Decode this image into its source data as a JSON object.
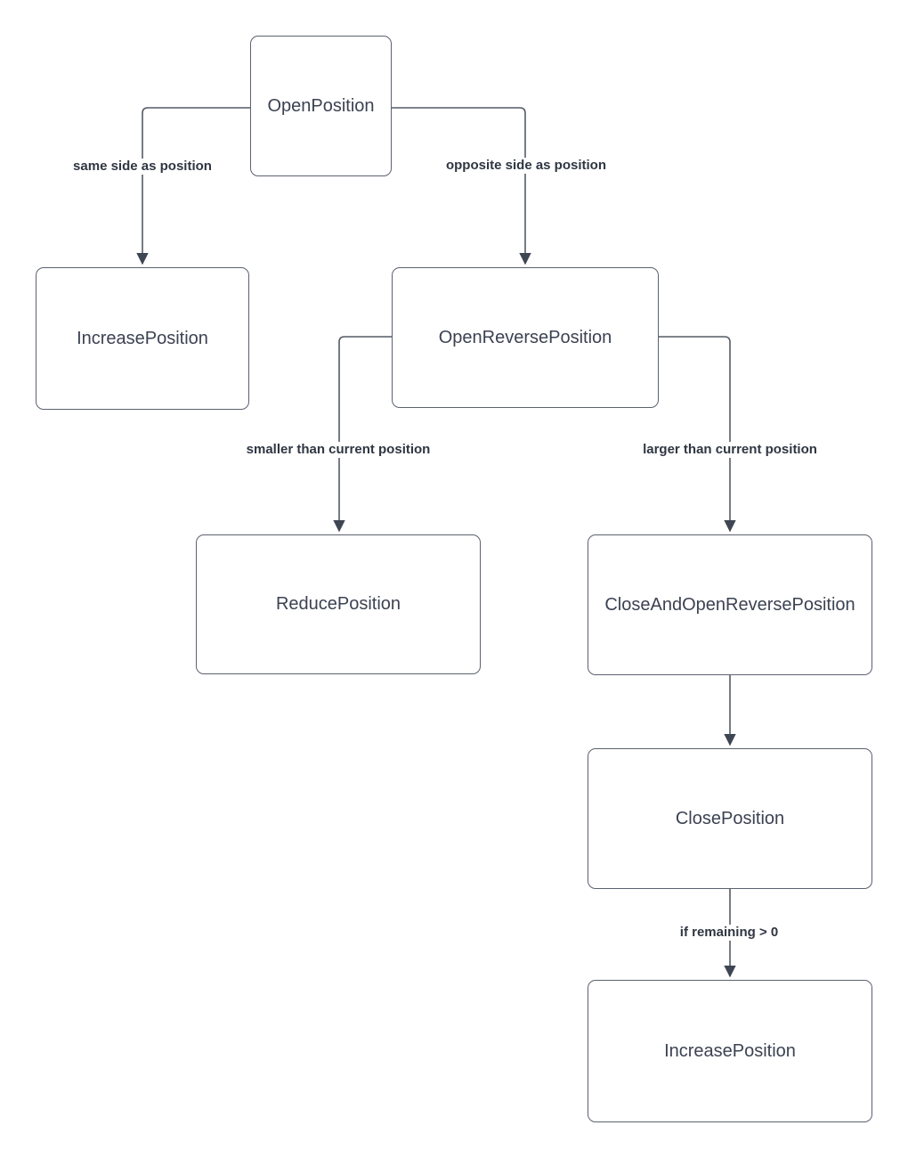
{
  "diagram": {
    "type": "flowchart",
    "background_color": "#ffffff",
    "stroke_color": "#545b66",
    "arrowhead_color": "#3f4653",
    "node_text_color": "#3b4252",
    "edge_label_color": "#2f3642",
    "nodes": [
      {
        "id": "open-position",
        "label": "OpenPosition"
      },
      {
        "id": "increase-position",
        "label": "IncreasePosition"
      },
      {
        "id": "open-reverse-position",
        "label": "OpenReversePosition"
      },
      {
        "id": "reduce-position",
        "label": "ReducePosition"
      },
      {
        "id": "close-and-open-reverse-position",
        "label": "CloseAndOpenReversePosition"
      },
      {
        "id": "close-position",
        "label": "ClosePosition"
      },
      {
        "id": "increase-position-final",
        "label": "IncreasePosition"
      }
    ],
    "edges": [
      {
        "from": "OpenPosition",
        "to": "IncreasePosition",
        "label": "same side as position"
      },
      {
        "from": "OpenPosition",
        "to": "OpenReversePosition",
        "label": "opposite side as position"
      },
      {
        "from": "OpenReversePosition",
        "to": "ReducePosition",
        "label": "smaller than current position"
      },
      {
        "from": "OpenReversePosition",
        "to": "CloseAndOpenReversePosition",
        "label": "larger than current position"
      },
      {
        "from": "CloseAndOpenReversePosition",
        "to": "ClosePosition",
        "label": ""
      },
      {
        "from": "ClosePosition",
        "to": "IncreasePosition",
        "label": "if remaining > 0"
      }
    ]
  }
}
